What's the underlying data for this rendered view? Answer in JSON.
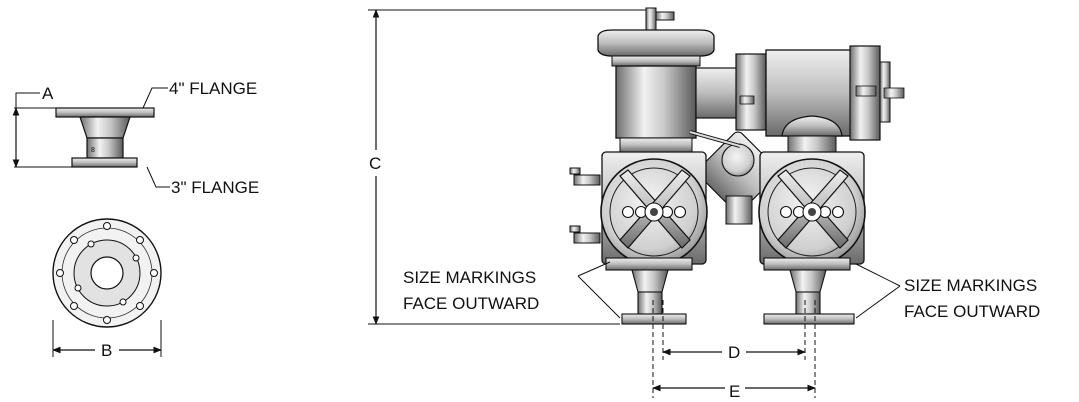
{
  "labels": {
    "dim_a": "A",
    "flange_4": "4\" FLANGE",
    "flange_3": "3\" FLANGE",
    "dim_b": "B",
    "dim_c": "C",
    "dim_d": "D",
    "dim_e": "E",
    "size_markings_left_1": "SIZE MARKINGS",
    "size_markings_left_2": "FACE OUTWARD",
    "size_markings_right_1": "SIZE MARKINGS",
    "size_markings_right_2": "FACE OUTWARD"
  }
}
